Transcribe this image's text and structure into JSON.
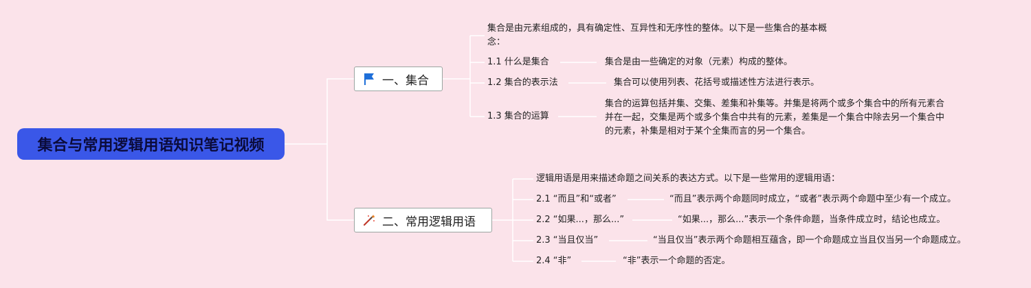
{
  "root": {
    "label": "集合与常用逻辑用语知识笔记视频"
  },
  "branches": [
    {
      "label": "一、集合",
      "icon": "blue-flag-icon",
      "intro": "集合是由元素组成的，具有确定性、互异性和无序性的整体。以下是一些集合的基本概念：",
      "items": [
        {
          "title": "1.1 什么是集合",
          "desc": "集合是由一些确定的对象（元素）构成的整体。"
        },
        {
          "title": "1.2 集合的表示法",
          "desc": "集合可以使用列表、花括号或描述性方法进行表示。"
        },
        {
          "title": "1.3 集合的运算",
          "desc": "集合的运算包括并集、交集、差集和补集等。并集是将两个或多个集合中的所有元素合并在一起，交集是两个或多个集合中共有的元素，差集是一个集合中除去另一个集合中的元素，补集是相对于某个全集而言的另一个集合。"
        }
      ]
    },
    {
      "label": "二、常用逻辑用语",
      "icon": "magic-wand-icon",
      "intro": "逻辑用语是用来描述命题之间关系的表达方式。以下是一些常用的逻辑用语：",
      "items": [
        {
          "title": "2.1 “而且”和“或者”",
          "desc": "“而且”表示两个命题同时成立，“或者”表示两个命题中至少有一个成立。"
        },
        {
          "title": "2.2 “如果...，那么...”",
          "desc": "“如果...，那么...”表示一个条件命题，当条件成立时，结论也成立。"
        },
        {
          "title": "2.3 “当且仅当”",
          "desc": "“当且仅当”表示两个命题相互蕴含，即一个命题成立当且仅当另一个命题成立。"
        },
        {
          "title": "2.4 “非”",
          "desc": "“非”表示一个命题的否定。"
        }
      ]
    }
  ]
}
